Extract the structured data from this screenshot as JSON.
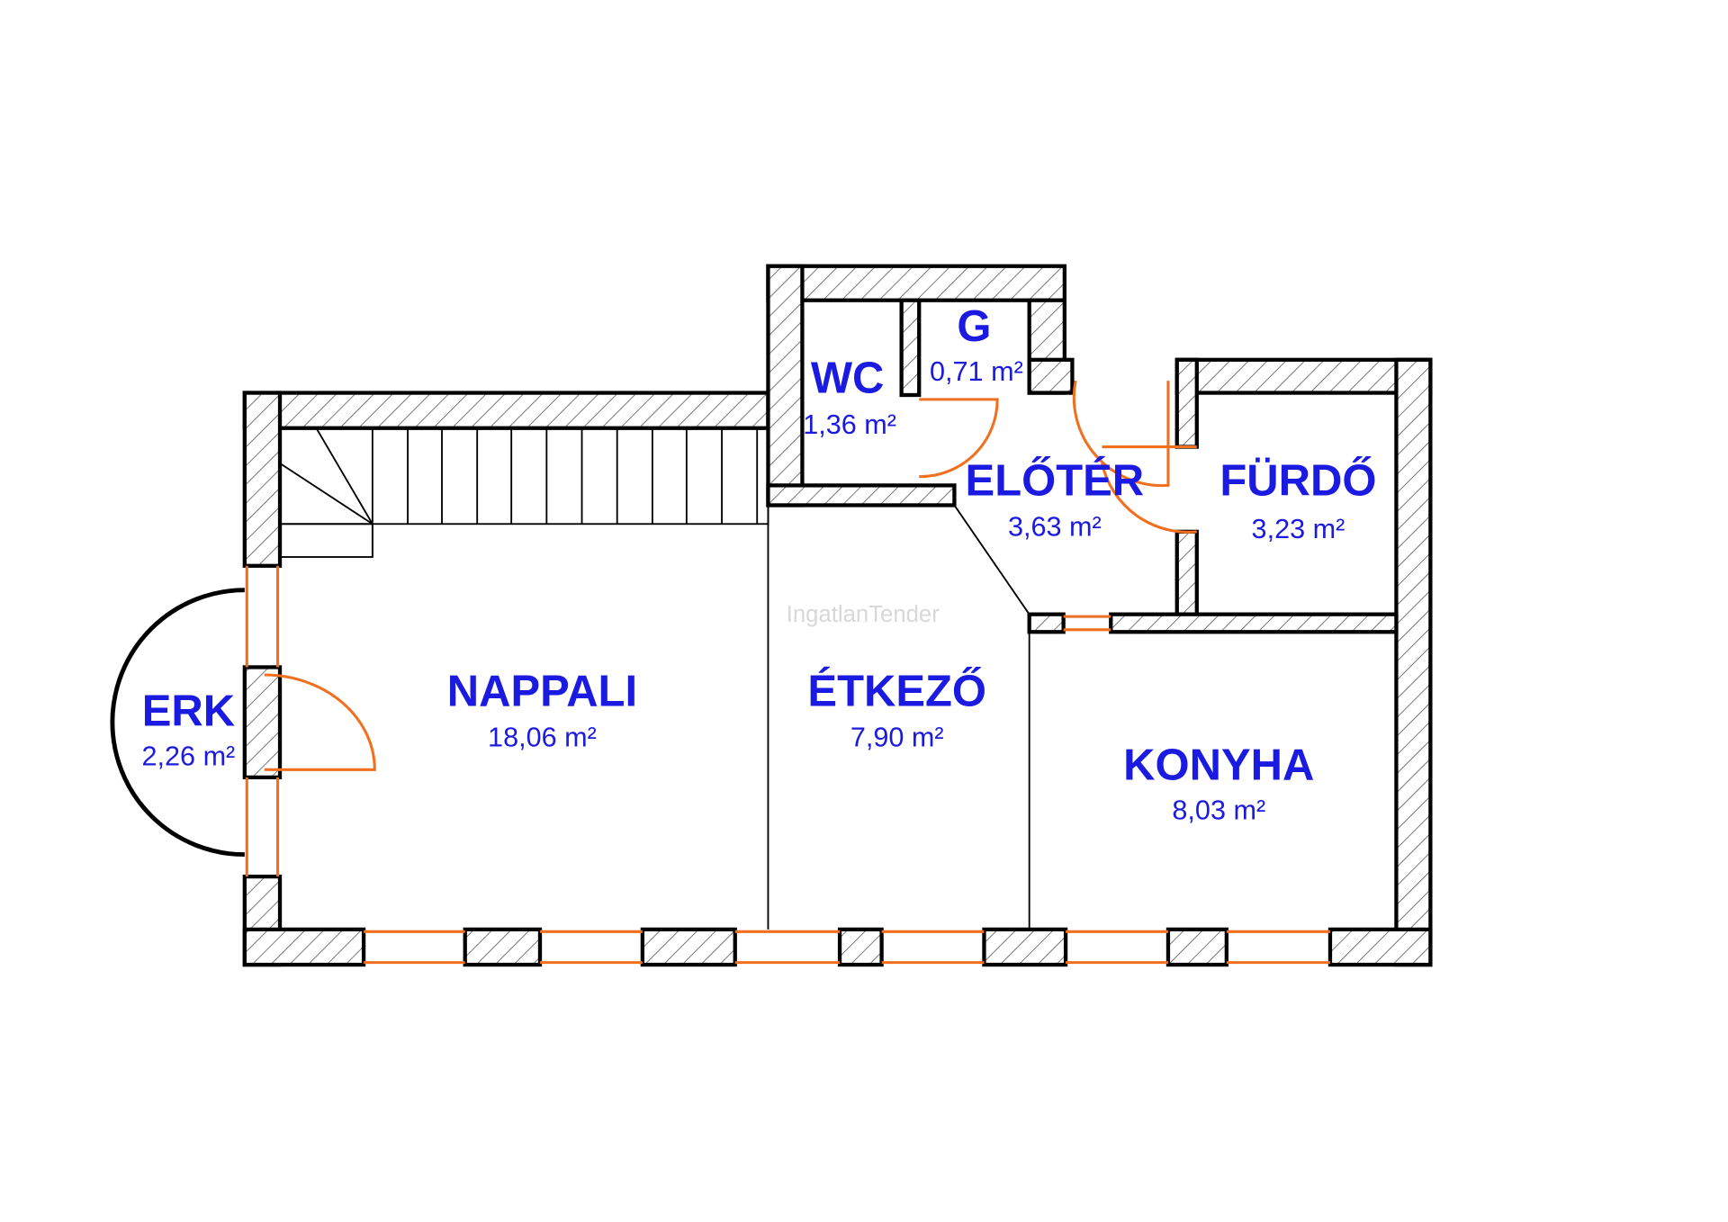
{
  "watermark": "IngatlanTender",
  "rooms": [
    {
      "name": "NAPPALI",
      "area": "18,06 m²"
    },
    {
      "name": "ÉTKEZŐ",
      "area": "7,90 m²"
    },
    {
      "name": "KONYHA",
      "area": "8,03 m²"
    },
    {
      "name": "ELŐTÉR",
      "area": "3,63 m²"
    },
    {
      "name": "FÜRDŐ",
      "area": "3,23 m²"
    },
    {
      "name": "WC",
      "area": "1,36 m²"
    },
    {
      "name": "G",
      "area": "0,71 m²"
    },
    {
      "name": "ERK",
      "area": "2,26 m²"
    }
  ],
  "colors": {
    "label": "#1a1ae0",
    "opening": "#f07020",
    "wall": "#000000"
  }
}
